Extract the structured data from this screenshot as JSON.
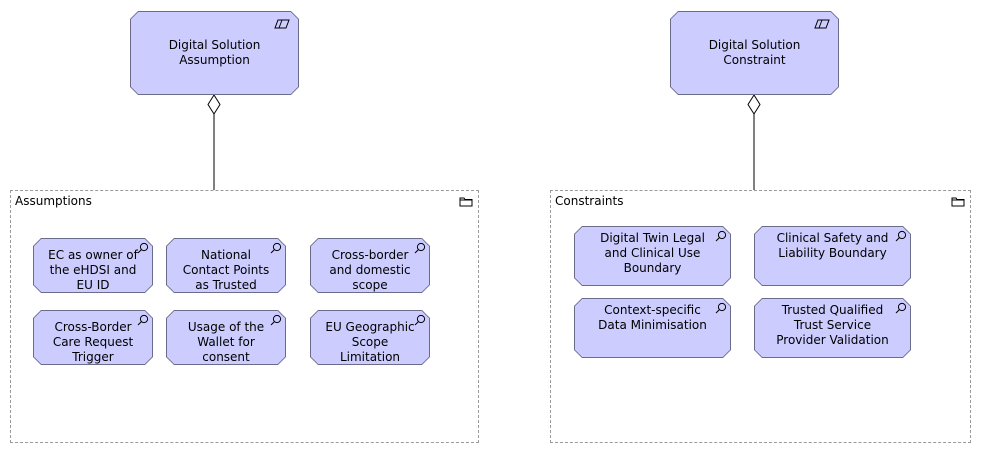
{
  "main_nodes": {
    "assumption": {
      "label": "Digital Solution Assumption"
    },
    "constraint": {
      "label": "Digital Solution Constraint"
    }
  },
  "groups": {
    "assumptions": {
      "title": "Assumptions",
      "items": [
        "EC as owner of the eHDSI and EU ID",
        "National Contact Points as Trusted",
        "Cross-border and domestic scope",
        "Cross-Border Care Request Trigger",
        "Usage of the Wallet for consent",
        "EU Geographic Scope Limitation"
      ]
    },
    "constraints": {
      "title": "Constraints",
      "items": [
        "Digital Twin Legal and Clinical Use Boundary",
        "Clinical Safety and Liability Boundary",
        "Context-specific Data Minimisation",
        "Trusted Qualified Trust Service Provider Validation"
      ]
    }
  },
  "colors": {
    "element_fill": "#ccccff",
    "element_border": "#6b6b8a",
    "group_border": "#9a9a9a"
  },
  "icons": {
    "motivation": "parallelogram-icon",
    "element": "search-icon",
    "group": "folder-icon"
  }
}
